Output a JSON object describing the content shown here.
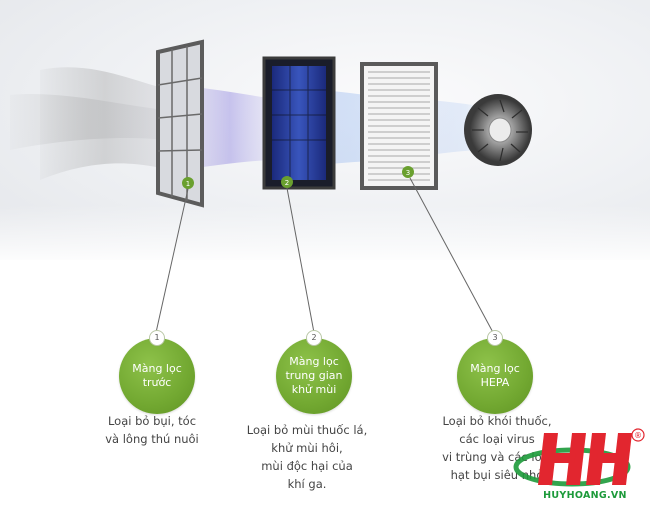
{
  "filters": [
    {
      "number": "1",
      "title": "Màng lọc trước",
      "description": "Loại bỏ bụi, tóc\nvà lông thú nuôi"
    },
    {
      "number": "2",
      "title": "Màng lọc trung gian khử mùi",
      "description": "Loại bỏ mùi thuốc lá,\nkhử mùi hôi,\nmùi độc hại của\nkhí ga."
    },
    {
      "number": "3",
      "title": "Màng lọc HEPA",
      "description": "Loại bỏ khói thuốc,\ncác loại virus\nvi trùng và các loại\nhạt bụi siêu nhỏ"
    }
  ],
  "logo": {
    "text": "HUYHOANG.VN",
    "registered": "®"
  },
  "colors": {
    "accent_green": "#72a831",
    "logo_red": "#e2262f",
    "logo_green": "#1c9a3a"
  }
}
